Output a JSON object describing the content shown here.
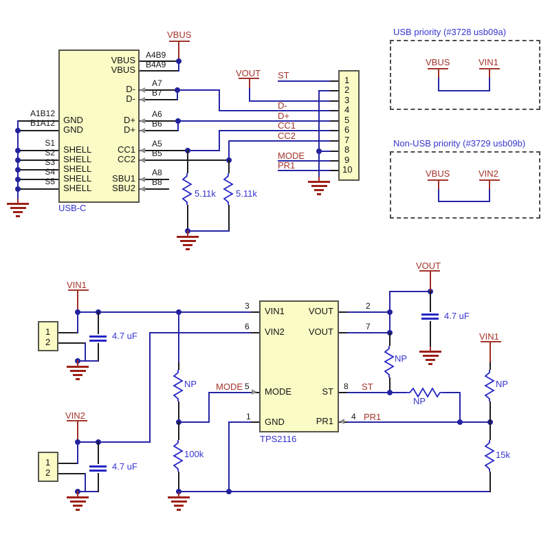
{
  "usb": {
    "label": "USB-C",
    "right_pins": [
      {
        "pad": "A4B9",
        "name": "VBUS"
      },
      {
        "pad": "B4A9",
        "name": "VBUS"
      },
      {
        "pad": "A7",
        "name": "D-"
      },
      {
        "pad": "B7",
        "name": "D-"
      },
      {
        "pad": "A6",
        "name": "D+"
      },
      {
        "pad": "B6",
        "name": "D+"
      },
      {
        "pad": "A5",
        "name": "CC1"
      },
      {
        "pad": "B5",
        "name": "CC2"
      },
      {
        "pad": "A8",
        "name": "SBU1"
      },
      {
        "pad": "B8",
        "name": "SBU2"
      }
    ],
    "left_pins": [
      {
        "pad": "A1B12",
        "name": "GND"
      },
      {
        "pad": "B1A12",
        "name": "GND"
      },
      {
        "pad": "S1",
        "name": "SHELL"
      },
      {
        "pad": "S2",
        "name": "SHELL"
      },
      {
        "pad": "S3",
        "name": "SHELL"
      },
      {
        "pad": "S4",
        "name": "SHELL"
      },
      {
        "pad": "S5",
        "name": "SHELL"
      }
    ]
  },
  "header": {
    "pins": [
      "1",
      "2",
      "3",
      "4",
      "5",
      "6",
      "7",
      "8",
      "9",
      "10"
    ]
  },
  "mux": {
    "label": "TPS2116",
    "left_pins": [
      {
        "num": "3",
        "name": "VIN1"
      },
      {
        "num": "6",
        "name": "VIN2"
      },
      {
        "num": "5",
        "name": "MODE"
      },
      {
        "num": "1",
        "name": "GND"
      }
    ],
    "right_pins": [
      {
        "num": "2",
        "name": "VOUT"
      },
      {
        "num": "7",
        "name": "VOUT"
      },
      {
        "num": "8",
        "name": "ST"
      },
      {
        "num": "4",
        "name": "PR1"
      }
    ]
  },
  "nets": {
    "vbus": "VBUS",
    "vout": "VOUT",
    "st": "ST",
    "dminus": "D-",
    "dplus": "D+",
    "cc1": "CC1",
    "cc2": "CC2",
    "mode": "MODE",
    "pr1": "PR1",
    "vin1": "VIN1",
    "vin2": "VIN2"
  },
  "values": {
    "r_cc": "5.11k",
    "cap": "4.7 uF",
    "np": "NP",
    "r100k": "100k",
    "r15k": "15k"
  },
  "notes": [
    {
      "title": "USB priority (#3728 usb09a)",
      "left_net": "VBUS",
      "right_net": "VIN1"
    },
    {
      "title": "Non-USB priority (#3729 usb09b)",
      "left_net": "VBUS",
      "right_net": "VIN2"
    }
  ],
  "connector": {
    "pin1": "1",
    "pin2": "2"
  }
}
